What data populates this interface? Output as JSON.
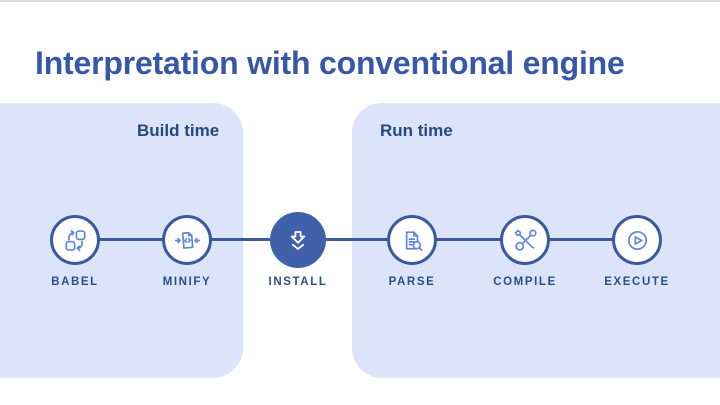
{
  "title": "Interpretation with conventional engine",
  "panels": {
    "build": {
      "label": "Build time"
    },
    "run": {
      "label": "Run time"
    }
  },
  "pipeline": {
    "nodes": [
      {
        "label": "BABEL",
        "icon": "transform-icon"
      },
      {
        "label": "MINIFY",
        "icon": "minify-code-icon"
      },
      {
        "label": "INSTALL",
        "icon": "download-icon",
        "emphasized": true
      },
      {
        "label": "PARSE",
        "icon": "document-search-icon"
      },
      {
        "label": "COMPILE",
        "icon": "tools-icon"
      },
      {
        "label": "EXECUTE",
        "icon": "play-icon"
      }
    ]
  },
  "colors": {
    "background": "#FFFFFF",
    "panel_background": "#DBE4F8",
    "title_text": "#3757A9",
    "panel_heading_text": "#264A80",
    "node_label_text": "#2E4E86",
    "line_and_ring": "#3A5A9D",
    "icon_stroke": "#6486D9",
    "install_fill": "#3E61AA"
  }
}
